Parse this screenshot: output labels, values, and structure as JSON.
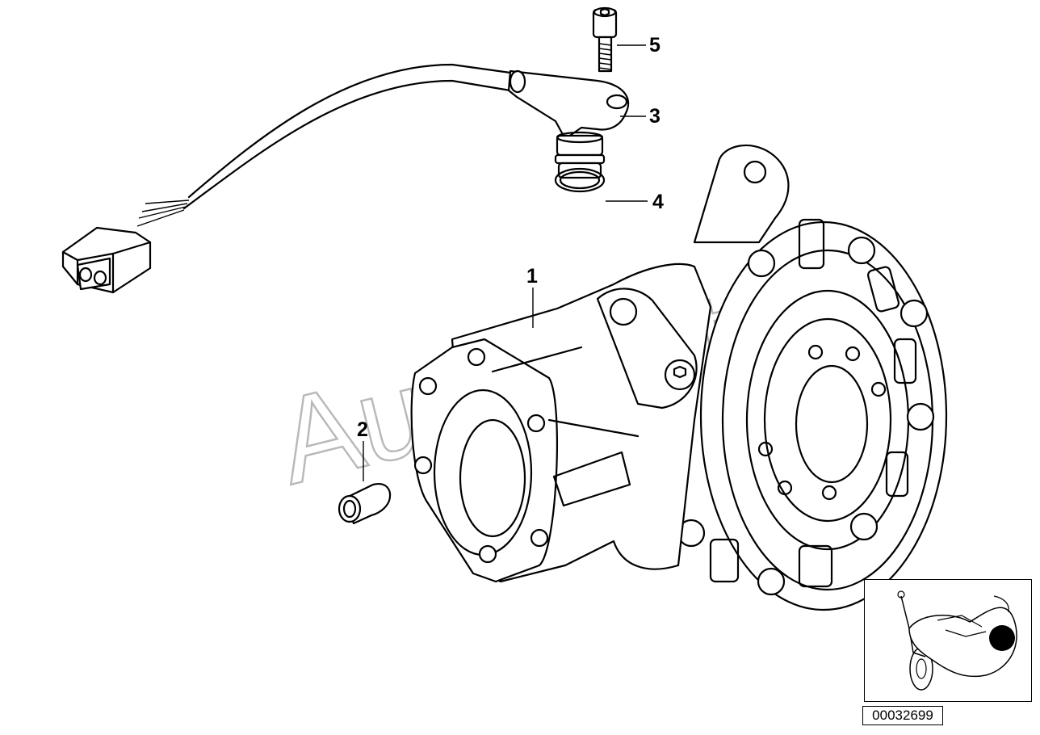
{
  "callouts": [
    {
      "label": "1",
      "part": "rear-axle-drive-housing"
    },
    {
      "label": "2",
      "part": "dowel-sleeve"
    },
    {
      "label": "3",
      "part": "speed-sensor-with-cable"
    },
    {
      "label": "4",
      "part": "o-ring"
    },
    {
      "label": "5",
      "part": "socket-head-screw"
    }
  ],
  "watermark": "AutoSoft",
  "diagram_id": "00032699",
  "locator_icon": "motorcycle-locator-icon",
  "colors": {
    "line": "#000000",
    "watermark": "#b9b9b9",
    "background": "#ffffff"
  }
}
